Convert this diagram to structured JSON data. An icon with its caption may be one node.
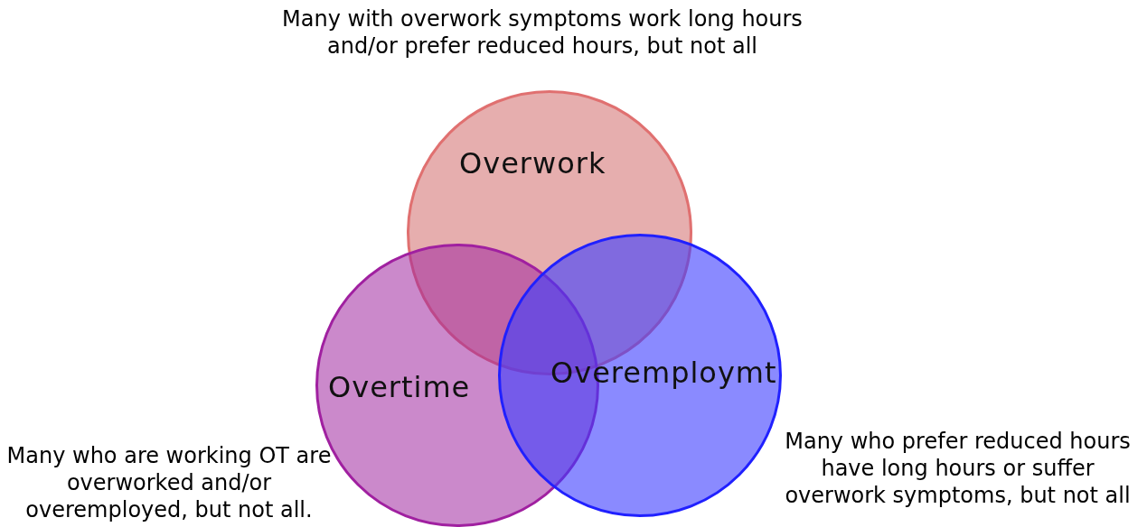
{
  "diagram": {
    "nodes": [
      {
        "text": [
          "Overwork"
        ]
      },
      {
        "text": [
          "Overtime"
        ]
      },
      {
        "text": [
          "Overemploymt"
        ]
      }
    ],
    "edges": [],
    "labels": [
      "Many with overwork symptoms work long hours and/or prefer reduced hours, but not all",
      "Many who are working OT are overworked and/or overemployed, but not all.",
      "Many who prefer reduced hours have long hours or suffer overwork symptoms, but not all"
    ]
  }
}
